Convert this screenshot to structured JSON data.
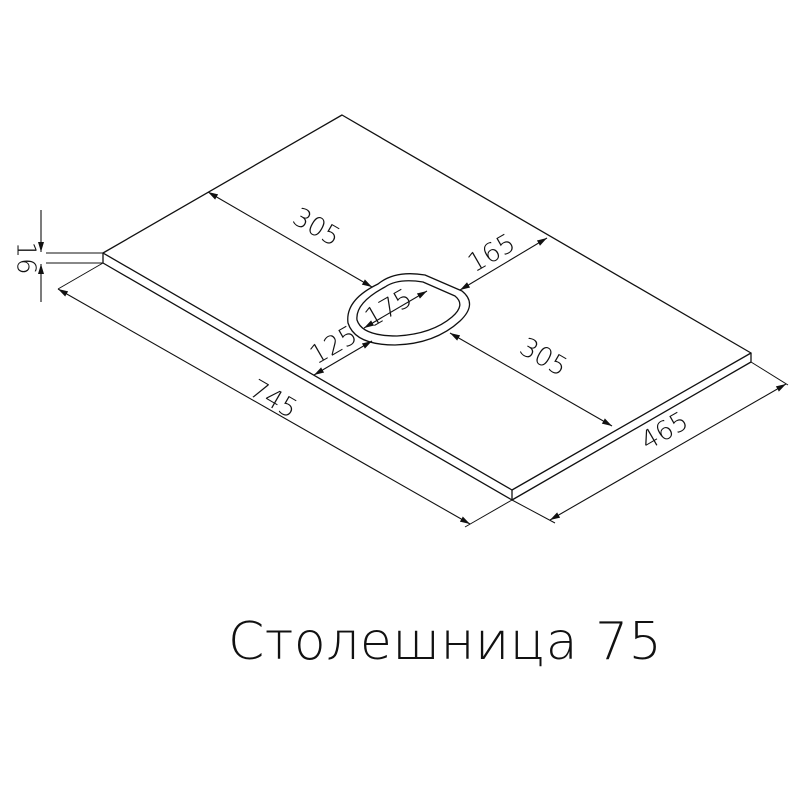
{
  "diagram": {
    "title": "Столешница 75",
    "dimensions": {
      "length": "745",
      "depth": "465",
      "thickness": "16",
      "left_offset": "305",
      "right_offset": "305",
      "back_offset": "165",
      "front_offset": "125",
      "hole_width": "175"
    }
  }
}
